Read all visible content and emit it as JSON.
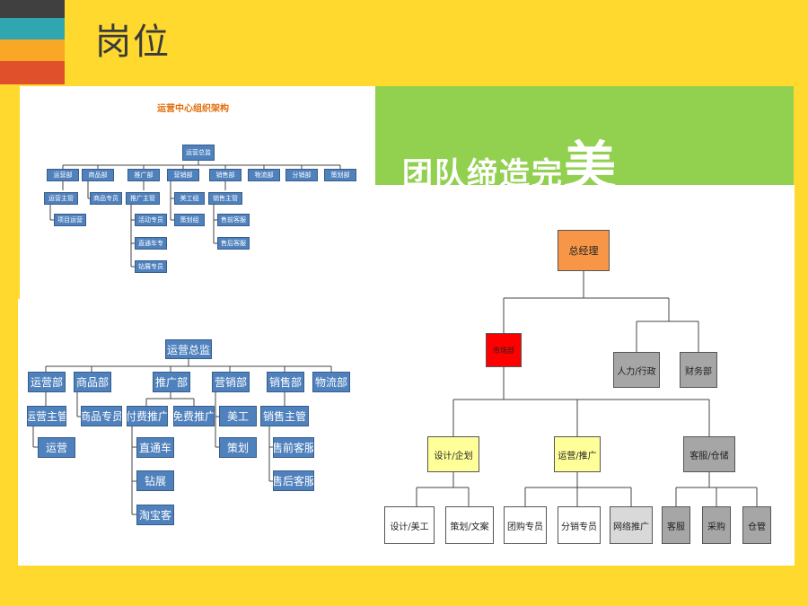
{
  "slide": {
    "title": "岗位",
    "stripe_colors": [
      "#404040",
      "#2FA6B0",
      "#F9A825",
      "#E0502A"
    ]
  },
  "chart1": {
    "title": "运营中心组织架构",
    "root": "运营总监",
    "departments": [
      "运营部",
      "商品部",
      "推广部",
      "营销部",
      "销售部",
      "物流部",
      "分销部",
      "策划部"
    ],
    "sub": {
      "运营部": [
        "运营主管",
        "项目运营"
      ],
      "商品部": [
        "商品专员"
      ],
      "推广部": [
        "推广主管",
        "活动专员",
        "直通车专",
        "钻展专员"
      ],
      "营销部": [
        "美工组",
        "策划组"
      ],
      "销售部": [
        "销售主管",
        "售前客服",
        "售后客服"
      ]
    }
  },
  "chart2": {
    "root": "运营总监",
    "departments": [
      "运营部",
      "商品部",
      "推广部",
      "营销部",
      "销售部",
      "物流部"
    ],
    "sub": {
      "运营部": [
        "运营主管",
        "运营"
      ],
      "商品部": [
        "商品专员"
      ],
      "推广部": [
        "付费推广",
        "免费推广",
        "直通车",
        "钻展",
        "淘宝客"
      ],
      "营销部": [
        "美工",
        "策划"
      ],
      "销售部": [
        "销售主管",
        "售前客服",
        "售后客服"
      ]
    }
  },
  "banner": {
    "text_main": "团队缔造完",
    "text_big": "美",
    "color": "#92D050"
  },
  "chart3": {
    "root": "总经理",
    "level1": [
      "市场部",
      "人力/行政",
      "财务部"
    ],
    "level2": [
      "设计/企划",
      "运营/推广",
      "客服/仓储"
    ],
    "level3": {
      "设计/企划": [
        "设计/美工",
        "策划/文案"
      ],
      "运营/推广": [
        "团购专员",
        "分销专员",
        "网络推广"
      ],
      "客服/仓储": [
        "客服",
        "采购",
        "仓管"
      ]
    },
    "colors": {
      "root": "#F79646",
      "market": "#FF0000",
      "gray": "#A6A6A6",
      "yellow": "#FFFF99",
      "leaf": "#FFFFFF"
    }
  }
}
